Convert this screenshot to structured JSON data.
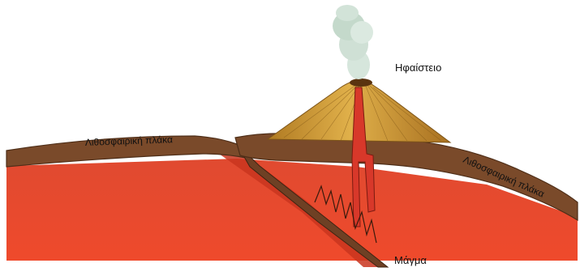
{
  "labels": {
    "volcano": "Ηφαίστειο",
    "plate_left": "Λιθοσφαιρική πλάκα",
    "plate_right": "Λιθοσφαιρική πλάκα",
    "magma": "Μάγμα"
  },
  "colors": {
    "mantle": "#e8432b",
    "mantle_shadow": "#c9351f",
    "crust": "#7a4a2a",
    "crust_light": "#9a6236",
    "cone": "#c88f2c",
    "cone_light": "#e0b04a",
    "lava": "#d8382a",
    "smoke": "#c9ddd2"
  }
}
